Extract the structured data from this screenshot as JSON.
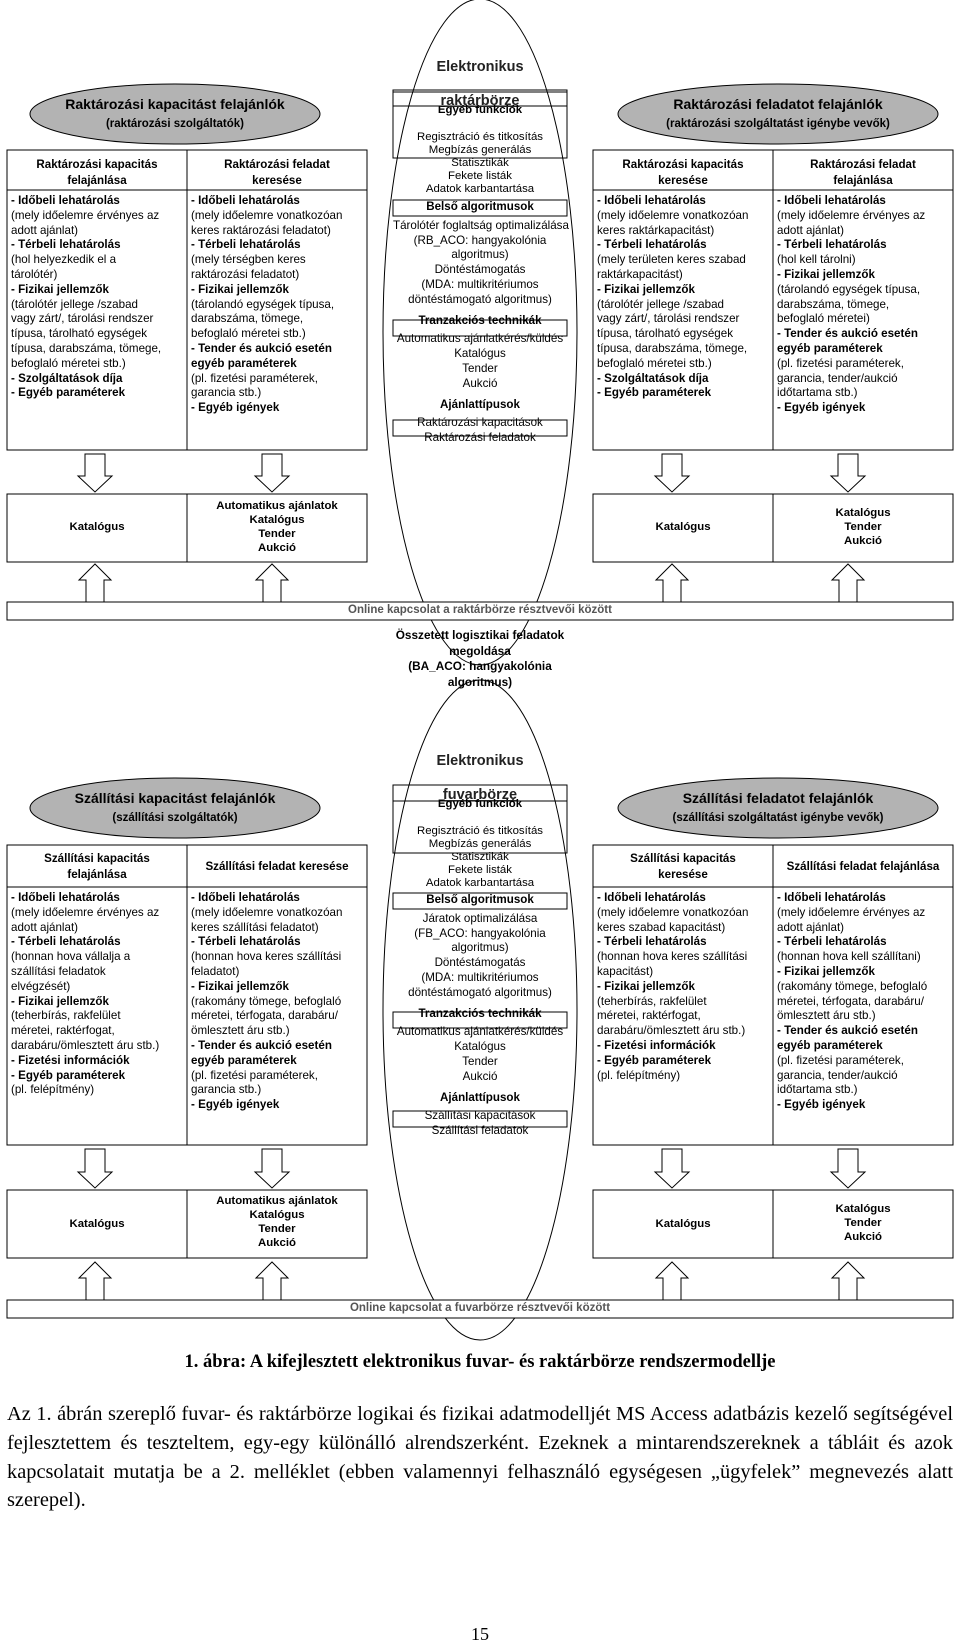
{
  "rb": {
    "title_l1": "Elektronikus",
    "title_l2": "raktárbörze",
    "left_banner_title": "Raktározási kapacitást felajánlók",
    "left_banner_sub": "(raktározási szolgáltatók)",
    "right_banner_title": "Raktározási feladatot felajánlók",
    "right_banner_sub": "(raktározási szolgáltatást igénybe vevők)",
    "col_h1": "Raktározási kapacitás\nfelajánlása",
    "col_h2": "Raktározási feladat\nkeresése",
    "col_h3": "Raktározási kapacitás\nkeresése",
    "col_h4": "Raktározási feladat\nfelajánlása",
    "egyeb_title": "Egyéb funkciók",
    "egyeb_lines": [
      "Regisztráció és titkosítás",
      "Megbízás generálás",
      "Statisztikák",
      "Fekete listák",
      "Adatok karbantartása"
    ],
    "col1": [
      {
        "t": "- Időbeli lehatárolás",
        "b": true
      },
      {
        "t": "(mely időelemre érvényes az",
        "b": false
      },
      {
        "t": "adott ajánlat)",
        "b": false
      },
      {
        "t": "- Térbeli lehatárolás",
        "b": true
      },
      {
        "t": "(hol helyezkedik el a",
        "b": false
      },
      {
        "t": "tárolótér)",
        "b": false
      },
      {
        "t": "- Fizikai jellemzők",
        "b": true
      },
      {
        "t": "(tárolótér jellege /szabad",
        "b": false
      },
      {
        "t": "vagy zárt/, tárolási rendszer",
        "b": false
      },
      {
        "t": "típusa, tárolható egységek",
        "b": false
      },
      {
        "t": "típusa, darabszáma, tömege,",
        "b": false
      },
      {
        "t": "befoglaló méretei stb.)",
        "b": false
      },
      {
        "t": "- Szolgáltatások díja",
        "b": true
      },
      {
        "t": "- Egyéb paraméterek",
        "b": true
      }
    ],
    "col2": [
      {
        "t": "- Időbeli lehatárolás",
        "b": true
      },
      {
        "t": "(mely időelemre vonatkozóan",
        "b": false
      },
      {
        "t": "keres raktározási feladatot)",
        "b": false
      },
      {
        "t": "- Térbeli lehatárolás",
        "b": true
      },
      {
        "t": "(mely térségben keres",
        "b": false
      },
      {
        "t": "raktározási feladatot)",
        "b": false
      },
      {
        "t": "- Fizikai jellemzők",
        "b": true
      },
      {
        "t": "(tárolandó egységek típusa,",
        "b": false
      },
      {
        "t": "darabszáma, tömege,",
        "b": false
      },
      {
        "t": "befoglaló méretei stb.)",
        "b": false
      },
      {
        "t": "- Tender és aukció esetén",
        "b": true
      },
      {
        "t": "egyéb paraméterek",
        "b": true
      },
      {
        "t": "(pl. fizetési paraméterek,",
        "b": false
      },
      {
        "t": "garancia stb.)",
        "b": false
      },
      {
        "t": "- Egyéb igények",
        "b": true
      }
    ],
    "center": [
      {
        "t": "Belső algoritmusok",
        "b": true,
        "box": true
      },
      {
        "t": "Tárolótér foglaltság optimalizálása",
        "b": false
      },
      {
        "t": "(RB_ACO: hangyakolónia",
        "b": false
      },
      {
        "t": "algoritmus)",
        "b": false
      },
      {
        "t": "Döntéstámogatás",
        "b": false
      },
      {
        "t": "(MDA: multikritériumos",
        "b": false
      },
      {
        "t": "döntéstámogató algoritmus)",
        "b": false
      },
      {
        "t": "Tranzakciós technikák",
        "b": true,
        "box": true
      },
      {
        "t": "Automatikus ajánlatkérés/küldés",
        "b": false
      },
      {
        "t": "Katalógus",
        "b": false
      },
      {
        "t": "Tender",
        "b": false
      },
      {
        "t": "Aukció",
        "b": false
      },
      {
        "t": "Ajánlattípusok",
        "b": true,
        "box": true
      },
      {
        "t": "Raktározási kapacitások",
        "b": false
      },
      {
        "t": "Raktározási feladatok",
        "b": false
      }
    ],
    "col3": [
      {
        "t": "- Időbeli lehatárolás",
        "b": true
      },
      {
        "t": "(mely időelemre vonatkozóan",
        "b": false
      },
      {
        "t": "keres raktárkapacitást)",
        "b": false
      },
      {
        "t": "- Térbeli lehatárolás",
        "b": true
      },
      {
        "t": "(mely területen keres szabad",
        "b": false
      },
      {
        "t": "raktárkapacitást)",
        "b": false
      },
      {
        "t": "- Fizikai jellemzők",
        "b": true
      },
      {
        "t": "(tárolótér jellege /szabad",
        "b": false
      },
      {
        "t": "vagy zárt/, tárolási rendszer",
        "b": false
      },
      {
        "t": "típusa, tárolható egységek",
        "b": false
      },
      {
        "t": "típusa, darabszáma, tömege,",
        "b": false
      },
      {
        "t": "befoglaló méretei stb.)",
        "b": false
      },
      {
        "t": "- Szolgáltatások díja",
        "b": true
      },
      {
        "t": "- Egyéb paraméterek",
        "b": true
      }
    ],
    "col4": [
      {
        "t": "- Időbeli lehatárolás",
        "b": true
      },
      {
        "t": "(mely időelemre érvényes az",
        "b": false
      },
      {
        "t": "adott ajánlat)",
        "b": false
      },
      {
        "t": "- Térbeli lehatárolás",
        "b": true
      },
      {
        "t": "(hol kell tárolni)",
        "b": false
      },
      {
        "t": "- Fizikai jellemzők",
        "b": true
      },
      {
        "t": "(tárolandó egységek típusa,",
        "b": false
      },
      {
        "t": "darabszáma, tömege,",
        "b": false
      },
      {
        "t": "befoglaló méretei)",
        "b": false
      },
      {
        "t": "- Tender és aukció esetén",
        "b": true
      },
      {
        "t": "egyéb paraméterek",
        "b": true
      },
      {
        "t": "(pl. fizetési paraméterek,",
        "b": false
      },
      {
        "t": "garancia, tender/aukció",
        "b": false
      },
      {
        "t": "időtartama stb.)",
        "b": false
      },
      {
        "t": "- Egyéb igények",
        "b": true
      }
    ],
    "bottom1": "Katalógus",
    "bottom2": "Automatikus ajánlatok\nKatalógus\nTender\nAukció",
    "bottom3": "Katalógus",
    "bottom4": "Katalógus\nTender\nAukció",
    "online": "Online kapcsolat a raktárbörze résztvevői között"
  },
  "middle_text": "Összetett logisztikai feladatok\nmegoldása\n(BA_ACO: hangyakolónia\nalgoritmus)",
  "fb": {
    "title_l1": "Elektronikus",
    "title_l2": "fuvarbörze",
    "left_banner_title": "Szállítási kapacitást felajánlók",
    "left_banner_sub": "(szállítási szolgáltatók)",
    "right_banner_title": "Szállítási feladatot felajánlók",
    "right_banner_sub": "(szállítási szolgáltatást igénybe vevők)",
    "col_h1": "Szállítási kapacitás\nfelajánlása",
    "col_h2": "Szállítási feladat keresése",
    "col_h3": "Szállítási kapacitás\nkeresése",
    "col_h4": "Szállítási feladat felajánlása",
    "egyeb_title": "Egyéb funkciók",
    "egyeb_lines": [
      "Regisztráció és titkosítás",
      "Megbízás generálás",
      "Statisztikák",
      "Fekete listák",
      "Adatok karbantartása"
    ],
    "col1": [
      {
        "t": "- Időbeli lehatárolás",
        "b": true
      },
      {
        "t": "(mely időelemre érvényes az",
        "b": false
      },
      {
        "t": "adott ajánlat)",
        "b": false
      },
      {
        "t": "- Térbeli lehatárolás",
        "b": true
      },
      {
        "t": "(honnan hova vállalja a",
        "b": false
      },
      {
        "t": "szállítási feladatok",
        "b": false
      },
      {
        "t": "elvégzését)",
        "b": false
      },
      {
        "t": "- Fizikai jellemzők",
        "b": true
      },
      {
        "t": "(teherbírás, rakfelület",
        "b": false
      },
      {
        "t": "méretei, raktérfogat,",
        "b": false
      },
      {
        "t": "darabáru/ömlesztett áru stb.)",
        "b": false
      },
      {
        "t": "- Fizetési információk",
        "b": true
      },
      {
        "t": "- Egyéb paraméterek",
        "b": true
      },
      {
        "t": "(pl. felépítmény)",
        "b": false
      }
    ],
    "col2": [
      {
        "t": "- Időbeli lehatárolás",
        "b": true
      },
      {
        "t": "(mely időelemre vonatkozóan",
        "b": false
      },
      {
        "t": "keres szállítási feladatot)",
        "b": false
      },
      {
        "t": "- Térbeli lehatárolás",
        "b": true
      },
      {
        "t": "(honnan hova keres szállítási",
        "b": false
      },
      {
        "t": "feladatot)",
        "b": false
      },
      {
        "t": "- Fizikai jellemzők",
        "b": true
      },
      {
        "t": "(rakomány tömege, befoglaló",
        "b": false
      },
      {
        "t": "méretei, térfogata, darabáru/",
        "b": false
      },
      {
        "t": "ömlesztett áru stb.)",
        "b": false
      },
      {
        "t": "- Tender és aukció esetén",
        "b": true
      },
      {
        "t": "egyéb paraméterek",
        "b": true
      },
      {
        "t": "(pl. fizetési paraméterek,",
        "b": false
      },
      {
        "t": "garancia stb.)",
        "b": false
      },
      {
        "t": "- Egyéb igények",
        "b": true
      }
    ],
    "center": [
      {
        "t": "Belső algoritmusok",
        "b": true,
        "box": true
      },
      {
        "t": "Járatok optimalizálása",
        "b": false
      },
      {
        "t": "(FB_ACO: hangyakolónia",
        "b": false
      },
      {
        "t": "algoritmus)",
        "b": false
      },
      {
        "t": "Döntéstámogatás",
        "b": false
      },
      {
        "t": "(MDA: multikritériumos",
        "b": false
      },
      {
        "t": "döntéstámogató algoritmus)",
        "b": false
      },
      {
        "t": "Tranzakciós technikák",
        "b": true,
        "box": true
      },
      {
        "t": "Automatikus ajánlatkérés/küldés",
        "b": false
      },
      {
        "t": "Katalógus",
        "b": false
      },
      {
        "t": "Tender",
        "b": false
      },
      {
        "t": "Aukció",
        "b": false
      },
      {
        "t": "Ajánlattípusok",
        "b": true,
        "box": true
      },
      {
        "t": "Szállítási kapacitások",
        "b": false
      },
      {
        "t": "Szállítási feladatok",
        "b": false
      }
    ],
    "col3": [
      {
        "t": "- Időbeli lehatárolás",
        "b": true
      },
      {
        "t": "(mely időelemre vonatkozóan",
        "b": false
      },
      {
        "t": "keres szabad kapacitást)",
        "b": false
      },
      {
        "t": "- Térbeli lehatárolás",
        "b": true
      },
      {
        "t": "(honnan hova keres szállítási",
        "b": false
      },
      {
        "t": "kapacitást)",
        "b": false
      },
      {
        "t": "- Fizikai jellemzők",
        "b": true
      },
      {
        "t": "(teherbírás, rakfelület",
        "b": false
      },
      {
        "t": "méretei, raktérfogat,",
        "b": false
      },
      {
        "t": "darabáru/ömlesztett áru stb.)",
        "b": false
      },
      {
        "t": "- Fizetési információk",
        "b": true
      },
      {
        "t": "- Egyéb paraméterek",
        "b": true
      },
      {
        "t": "(pl. felépítmény)",
        "b": false
      }
    ],
    "col4": [
      {
        "t": "- Időbeli lehatárolás",
        "b": true
      },
      {
        "t": "(mely időelemre érvényes az",
        "b": false
      },
      {
        "t": "adott ajánlat)",
        "b": false
      },
      {
        "t": "- Térbeli lehatárolás",
        "b": true
      },
      {
        "t": "(honnan hova kell szállítani)",
        "b": false
      },
      {
        "t": "- Fizikai jellemzők",
        "b": true
      },
      {
        "t": "(rakomány tömege, befoglaló",
        "b": false
      },
      {
        "t": "méretei, térfogata, darabáru/",
        "b": false
      },
      {
        "t": "ömlesztett áru stb.)",
        "b": false
      },
      {
        "t": "- Tender és aukció esetén",
        "b": true
      },
      {
        "t": "egyéb paraméterek",
        "b": true
      },
      {
        "t": "(pl. fizetési paraméterek,",
        "b": false
      },
      {
        "t": "garancia, tender/aukció",
        "b": false
      },
      {
        "t": "időtartama stb.)",
        "b": false
      },
      {
        "t": "- Egyéb igények",
        "b": true
      }
    ],
    "bottom1": "Katalógus",
    "bottom2": "Automatikus ajánlatok\nKatalógus\nTender\nAukció",
    "bottom3": "Katalógus",
    "bottom4": "Katalógus\nTender\nAukció",
    "online": "Online kapcsolat a fuvarbörze résztvevői között"
  },
  "caption": "1. ábra: A kifejlesztett elektronikus fuvar- és raktárbörze rendszermodellje",
  "paragraph": "Az 1. ábrán szereplő fuvar- és raktárbörze logikai és fizikai adatmodelljét MS Access adatbázis kezelő segítségével fejlesztettem és teszteltem, egy-egy különálló alrendszerként. Ezeknek a mintarendszereknek a tábláit és azok kapcsolatait mutatja be a 2. melléklet (ebben valamennyi felhasználó egységesen „ügyfelek” megnevezés alatt szerepel).",
  "page_number": "15"
}
